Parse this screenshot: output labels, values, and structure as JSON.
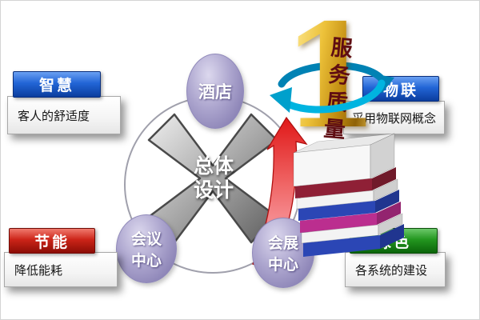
{
  "canvas": {
    "background": "#ffffff"
  },
  "center_node": {
    "label": "总体设计"
  },
  "ring_nodes": [
    {
      "id": "hotel",
      "label": "酒店"
    },
    {
      "id": "conference-center",
      "label": "会议中心"
    },
    {
      "id": "exhibition-center",
      "label": "会展中心"
    }
  ],
  "callouts": {
    "smart": {
      "title": "智慧",
      "desc": "客人的舒适度",
      "accent": "#2265d6"
    },
    "energy": {
      "title": "节能",
      "desc": "降低能耗",
      "accent": "#cc2418"
    },
    "iot": {
      "title": "物联",
      "desc": "采用物联网概念",
      "accent": "#2265d6"
    },
    "green": {
      "title": "绿色",
      "desc": "各系统的建设",
      "accent": "#23961f"
    }
  },
  "service_quality": {
    "numeral": "1",
    "label": "服务质量",
    "gold_color": "#e0b030",
    "label_color": "#5f0d12"
  },
  "arrows": {
    "rise_arrow_color": "#e02020",
    "cycle_arrow_color": "#00a8d8"
  },
  "ring": {
    "stroke": "#a0a0ac"
  },
  "center_shape": {
    "fill_light": "#ededed",
    "fill_dark": "#606060",
    "outline": "#4a4a4a"
  },
  "stack": {
    "layers": [
      {
        "name": "white-box",
        "front": "#f7f7f7",
        "side": "#d2d2d2",
        "top": "#e9e9e9"
      },
      {
        "name": "maroon",
        "front": "#8f2036",
        "side": "#701a2a"
      },
      {
        "name": "white",
        "front": "#f3f3f3",
        "side": "#cfcfcf"
      },
      {
        "name": "blue",
        "front": "#2b46b5",
        "side": "#20358f"
      },
      {
        "name": "magenta",
        "front": "#bb2e8f",
        "side": "#93246f"
      },
      {
        "name": "white",
        "front": "#f3f3f3",
        "side": "#cfcfcf"
      },
      {
        "name": "blue",
        "front": "#2b46b5",
        "side": "#20358f"
      }
    ]
  }
}
